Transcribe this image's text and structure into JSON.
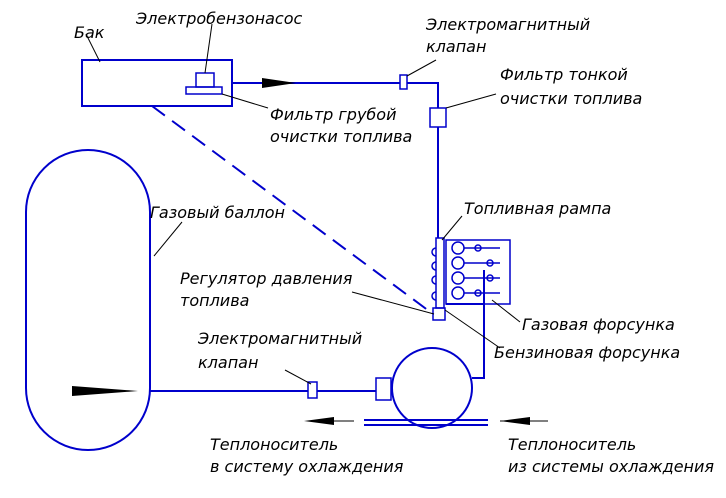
{
  "colors": {
    "line": "#0000cc",
    "text": "#000000",
    "background": "#ffffff"
  },
  "labels": {
    "tank": "Бак",
    "pump": "Электробензонасос",
    "solenoid_top_1": "Электромагнитный",
    "solenoid_top_2": "клапан",
    "fine_filter_1": "Фильтр тонкой",
    "fine_filter_2": "очистки топлива",
    "coarse_filter_1": "Фильтр грубой",
    "coarse_filter_2": "очистки топлива",
    "gas_cylinder": "Газовый баллон",
    "fuel_rail": "Топливная рампа",
    "regulator_1": "Регулятор давления",
    "regulator_2": "топлива",
    "gas_injector": "Газовая форсунка",
    "petrol_injector": "Бензиновая форсунка",
    "solenoid_bottom_1": "Электромагнитный",
    "solenoid_bottom_2": "клапан",
    "coolant_out_1": "Теплоноситель",
    "coolant_out_2": "в систему охлаждения",
    "coolant_in_1": "Теплоноситель",
    "coolant_in_2": "из системы охлаждения"
  }
}
